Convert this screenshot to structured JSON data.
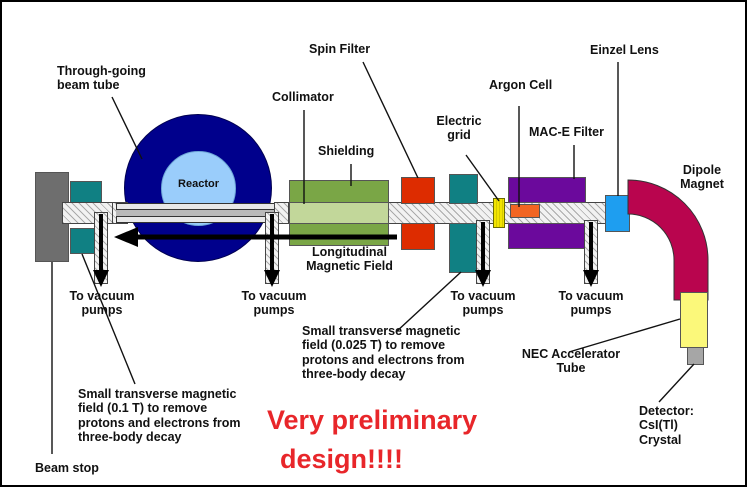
{
  "title": "Neutron beam experiment layout",
  "annotation": {
    "warning_line1": "Very preliminary",
    "warning_line2": "design!!!!",
    "warning_color": "#e8262a"
  },
  "labels": {
    "through_going_beam_tube": "Through-going\nbeam tube",
    "collimator": "Collimator",
    "shielding": "Shielding",
    "spin_filter": "Spin Filter",
    "electric_grid": "Electric\ngrid",
    "argon_cell": "Argon Cell",
    "mac_e_filter": "MAC-E Filter",
    "einzel_lens": "Einzel Lens",
    "dipole_magnet": "Dipole\nMagnet",
    "reactor": "Reactor",
    "longitudinal_magnetic_field": "Longitudinal\nMagnetic Field",
    "to_vacuum_pumps_1": "To vacuum\npumps",
    "to_vacuum_pumps_2": "To vacuum\npumps",
    "to_vacuum_pumps_3": "To vacuum\npumps",
    "to_vacuum_pumps_4": "To vacuum\npumps",
    "beam_stop": "Beam stop",
    "nec_accelerator_tube": "NEC Accelerator\nTube",
    "detector": "Detector:\nCsI(Tl)\nCrystal",
    "note_left": "Small transverse magnetic\nfield (0.1 T) to remove\nprotons and electrons from\nthree-body decay",
    "note_middle": "Small transverse magnetic\nfield (0.025 T) to remove\nprotons and electrons from\nthree-body decay"
  },
  "colors": {
    "beam_stop_gray": "#6e6e6e",
    "magnet_teal": "#108083",
    "reactor_outer_navy": "#00008c",
    "reactor_inner_blue": "#9acdfb",
    "shielding_green": "#7aa646",
    "collimator_inner_green": "#c2d79a",
    "spin_filter_red": "#dd2c00",
    "electric_grid_yellow": "#f2e400",
    "argon_cell_orange": "#f26522",
    "mac_e_purple": "#6b099c",
    "einzel_lens_blue": "#1e9ef0",
    "dipole_crimson": "#b9054e",
    "nec_tube_yellow": "#fbf87a",
    "detector_gray": "#a6a6a6",
    "pipe_hatch": "#f2f2f2"
  },
  "values": {
    "left_field_strength": "0.1 T",
    "middle_field_strength": "0.025 T",
    "vacuum_pump_count": 4
  }
}
